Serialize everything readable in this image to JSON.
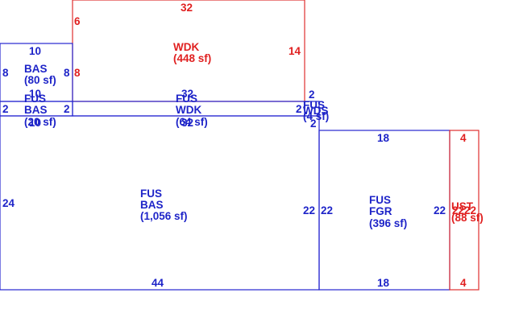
{
  "colors": {
    "main": "#1e24c8",
    "secondary": "#e02020"
  },
  "areas": {
    "fus_bas_large": {
      "line1": "FUS",
      "line2": "BAS",
      "area": "(1,056 sf)"
    },
    "fus_fgr": {
      "line1": "FUS",
      "line2": "FGR",
      "area": "(396 sf)"
    },
    "bas_small": {
      "line1": "BAS",
      "area": "(80 sf)"
    },
    "wdk": {
      "line1": "WDK",
      "area": "(448 sf)"
    },
    "fus_bas_strip": {
      "line1": "FUS",
      "line2": "BAS",
      "area": "(20 sf)"
    },
    "fus_wdk_strip": {
      "line1": "FUS",
      "line2": "WDK",
      "area": "(64 sf)"
    },
    "fus_wds": {
      "line1": "FUS",
      "line2": "WDS",
      "area": "(4 sf)"
    },
    "ust": {
      "line1": "UST",
      "area": "(88 sf)"
    }
  },
  "dims": {
    "wdk_top": "32",
    "wdk_left": "6",
    "wdk_right": "14",
    "wdk_left_lower": "8",
    "bas_top": "10",
    "bas_left": "8",
    "bas_right": "8",
    "strip_left_top": "10",
    "strip_left_bottom": "10",
    "strip_left_l": "2",
    "strip_left_r": "2",
    "strip_mid_top": "32",
    "strip_mid_bottom": "32",
    "strip_mid_r": "2",
    "wds_top": "2",
    "wds_bottom": "2",
    "main_left": "24",
    "main_bottom": "44",
    "main_right": "22",
    "fgr_top": "18",
    "fgr_bottom": "18",
    "fgr_left": "22",
    "fgr_right": "22",
    "ust_top": "4",
    "ust_bottom": "4",
    "ust_left": "22",
    "ust_right": "22"
  }
}
